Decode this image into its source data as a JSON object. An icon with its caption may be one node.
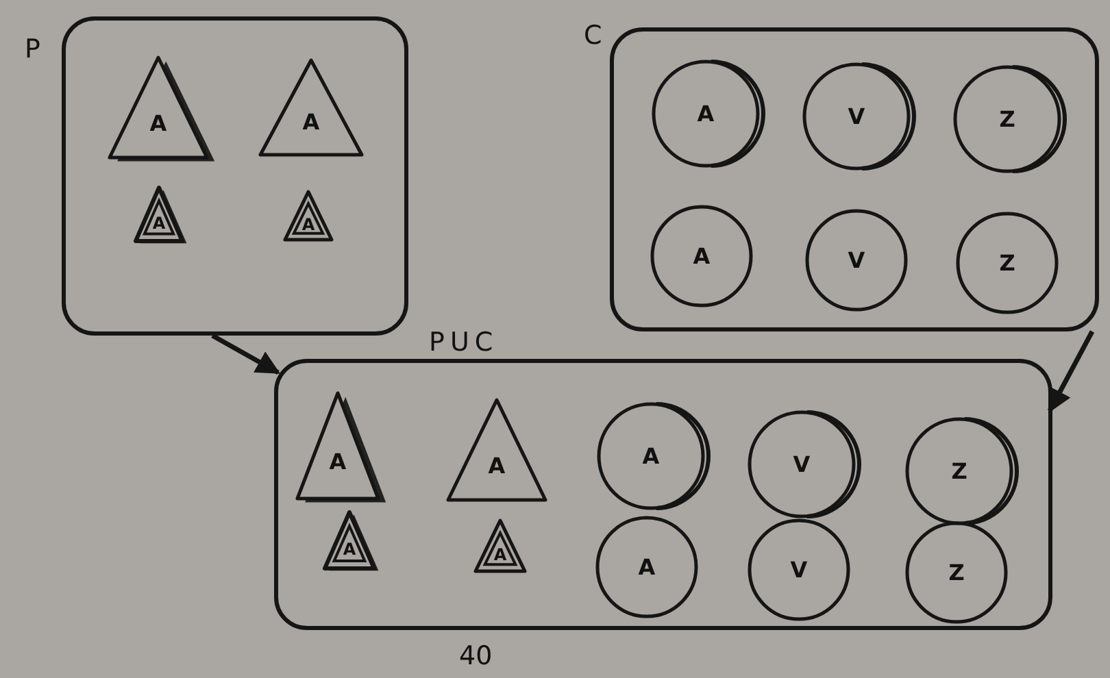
{
  "diagram": {
    "nodes": [
      {
        "text": [
          "P"
        ]
      },
      {
        "text": [
          "A"
        ],
        "in": 0
      },
      {
        "text": [
          "A"
        ],
        "in": 0
      },
      {
        "text": [
          "A"
        ],
        "in": 0
      },
      {
        "text": [
          "A"
        ],
        "in": 0
      },
      {
        "text": [
          "C"
        ]
      },
      {
        "text": [
          "A"
        ],
        "in": 5
      },
      {
        "text": [
          "V"
        ],
        "in": 5
      },
      {
        "text": [
          "Z"
        ],
        "in": 5
      },
      {
        "text": [
          "A"
        ],
        "in": 5
      },
      {
        "text": [
          "V"
        ],
        "in": 5
      },
      {
        "text": [
          "Z"
        ],
        "in": 5
      },
      {
        "text": [
          "PUC"
        ]
      },
      {
        "text": [
          "A"
        ],
        "in": 12
      },
      {
        "text": [
          "A"
        ],
        "in": 12
      },
      {
        "text": [
          "A"
        ],
        "in": 12
      },
      {
        "text": [
          "A"
        ],
        "in": 12
      },
      {
        "text": [
          "A"
        ],
        "in": 12
      },
      {
        "text": [
          "V"
        ],
        "in": 12
      },
      {
        "text": [
          "Z"
        ],
        "in": 12
      },
      {
        "text": [
          "A"
        ],
        "in": 12
      },
      {
        "text": [
          "V"
        ],
        "in": 12
      },
      {
        "text": [
          "Z"
        ],
        "in": 12
      }
    ],
    "edges": [
      {
        "from": 0,
        "to": 12,
        "arrow": "to"
      },
      {
        "from": 5,
        "to": 12,
        "arrow": "to"
      }
    ],
    "labels": [
      "40"
    ]
  }
}
